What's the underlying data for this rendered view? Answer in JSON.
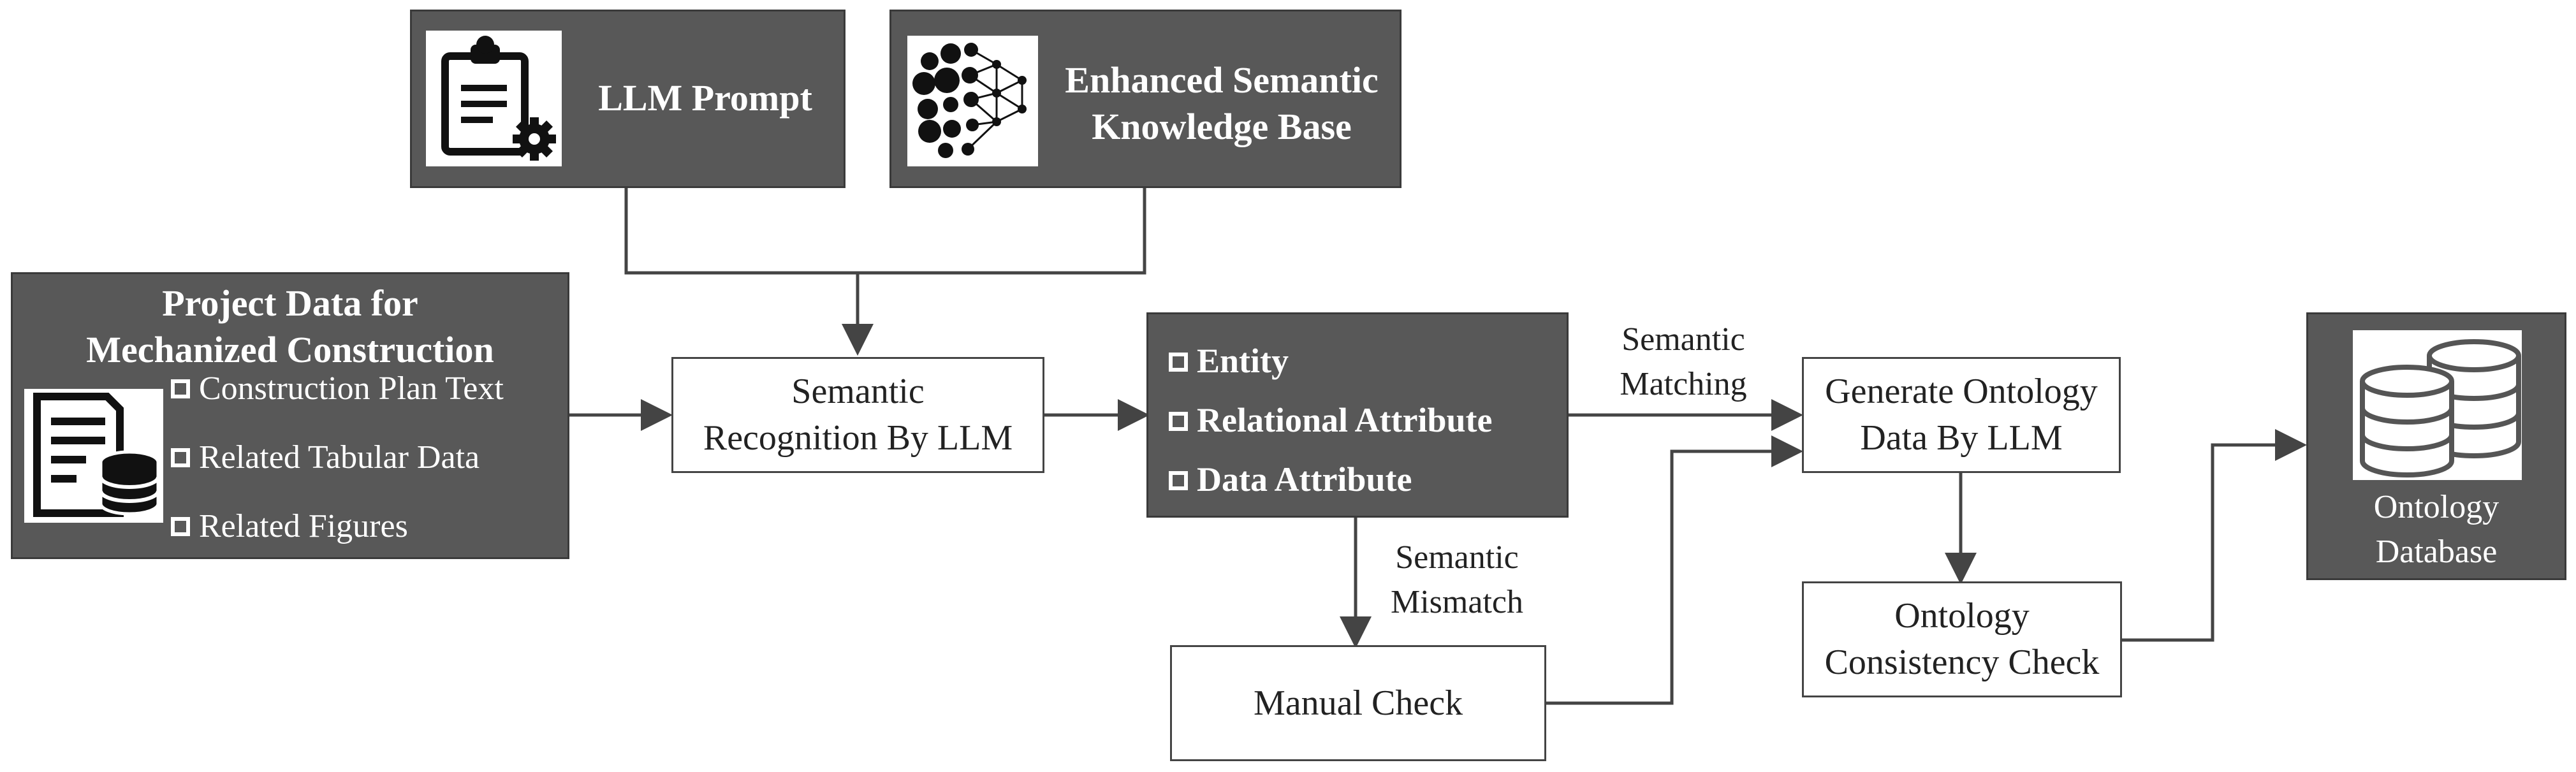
{
  "llm_prompt": {
    "title": "LLM Prompt"
  },
  "knowledge_base": {
    "title_line1": "Enhanced Semantic",
    "title_line2": "Knowledge Base"
  },
  "project_data": {
    "title_line1": "Project Data for",
    "title_line2": "Mechanized Construction",
    "items": [
      "Construction Plan Text",
      "Related Tabular Data",
      "Related Figures"
    ]
  },
  "semantic_recognition": {
    "line1": "Semantic",
    "line2": "Recognition By LLM"
  },
  "attributes": {
    "items": [
      "Entity",
      "Relational Attribute",
      "Data Attribute"
    ]
  },
  "labels": {
    "semantic_matching_1": "Semantic",
    "semantic_matching_2": "Matching",
    "semantic_mismatch_1": "Semantic",
    "semantic_mismatch_2": "Mismatch"
  },
  "generate_ontology": {
    "line1": "Generate Ontology",
    "line2": "Data By LLM"
  },
  "consistency_check": {
    "line1": "Ontology",
    "line2": "Consistency Check"
  },
  "manual_check": {
    "text": "Manual Check"
  },
  "ontology_database": {
    "line1": "Ontology",
    "line2": "Database"
  },
  "colors": {
    "dark_fill": "#585858",
    "border": "#3a3a3a",
    "line": "#444444"
  },
  "icons": [
    "clipboard-gear-icon",
    "neural-network-icon",
    "document-database-icon",
    "database-cylinder-icon"
  ]
}
